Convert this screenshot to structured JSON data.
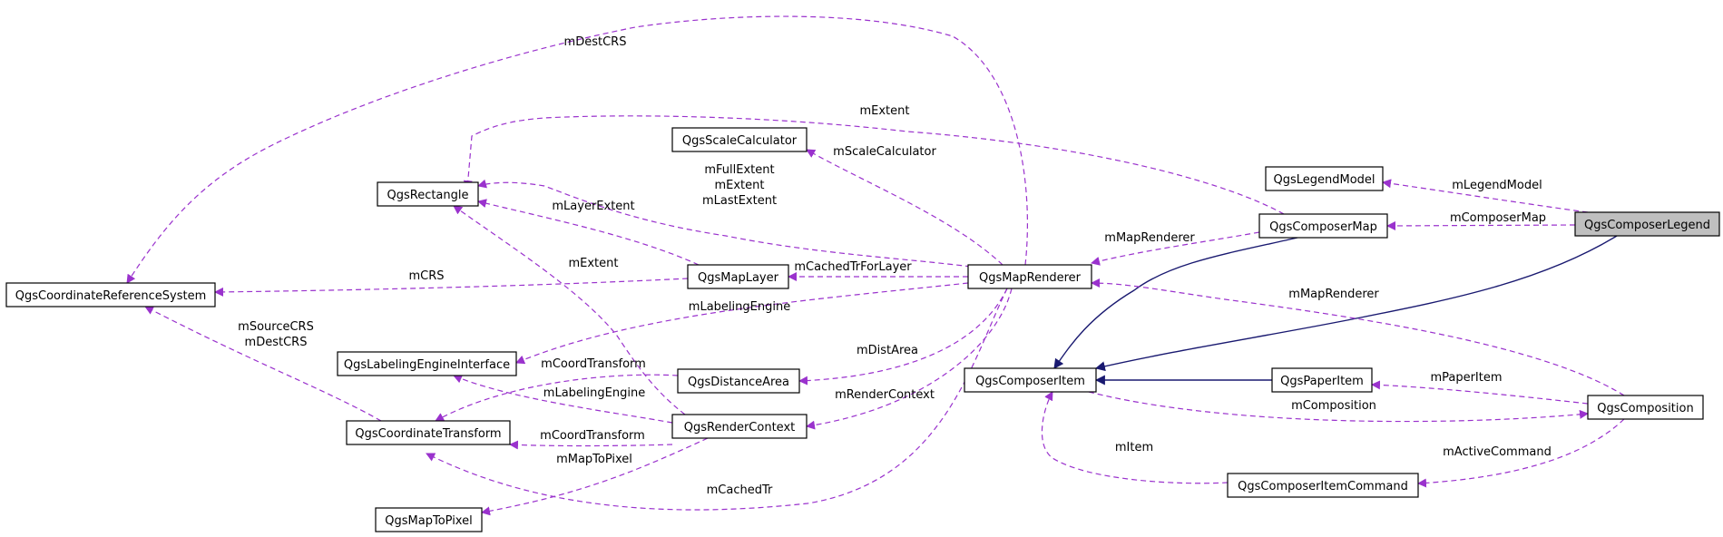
{
  "colors": {
    "background": "#ffffff",
    "node_border": "#000000",
    "node_fill": "#ffffff",
    "highlight_fill": "#bfbfbf",
    "usage_edge": "#9a32cd",
    "inheritance_edge": "#191970"
  },
  "diagram": {
    "nodes": [
      {
        "id": "legend",
        "label": "QgsComposerLegend",
        "highlighted": true
      },
      {
        "id": "legendModel",
        "label": "QgsLegendModel"
      },
      {
        "id": "composerMap",
        "label": "QgsComposerMap"
      },
      {
        "id": "composerItem",
        "label": "QgsComposerItem"
      },
      {
        "id": "paperItem",
        "label": "QgsPaperItem"
      },
      {
        "id": "composition",
        "label": "QgsComposition"
      },
      {
        "id": "itemCommand",
        "label": "QgsComposerItemCommand"
      },
      {
        "id": "mapRenderer",
        "label": "QgsMapRenderer"
      },
      {
        "id": "scaleCalc",
        "label": "QgsScaleCalculator"
      },
      {
        "id": "rectangle",
        "label": "QgsRectangle"
      },
      {
        "id": "mapLayer",
        "label": "QgsMapLayer"
      },
      {
        "id": "crs",
        "label": "QgsCoordinateReferenceSystem"
      },
      {
        "id": "labeling",
        "label": "QgsLabelingEngineInterface"
      },
      {
        "id": "distArea",
        "label": "QgsDistanceArea"
      },
      {
        "id": "renderCtx",
        "label": "QgsRenderContext"
      },
      {
        "id": "coordTrans",
        "label": "QgsCoordinateTransform"
      },
      {
        "id": "mapToPixel",
        "label": "QgsMapToPixel"
      }
    ],
    "edges": [
      {
        "id": "e-legendmodel",
        "from": "legend",
        "to": "legendModel",
        "kind": "usage",
        "label": "mLegendModel"
      },
      {
        "id": "e-composermap",
        "from": "legend",
        "to": "composerMap",
        "kind": "usage",
        "label": "mComposerMap"
      },
      {
        "id": "e-legend-inherit",
        "from": "legend",
        "to": "composerItem",
        "kind": "inheritance",
        "label": ""
      },
      {
        "id": "e-map-inherit",
        "from": "composerMap",
        "to": "composerItem",
        "kind": "inheritance",
        "label": ""
      },
      {
        "id": "e-paper-inherit",
        "from": "paperItem",
        "to": "composerItem",
        "kind": "inheritance",
        "label": ""
      },
      {
        "id": "e-map-renderer",
        "from": "composerMap",
        "to": "mapRenderer",
        "kind": "usage",
        "label": "mMapRenderer"
      },
      {
        "id": "e-map-extent",
        "from": "composerMap",
        "to": "rectangle",
        "kind": "usage",
        "label": "mExtent"
      },
      {
        "id": "e-comp-renderer",
        "from": "composition",
        "to": "mapRenderer",
        "kind": "usage",
        "label": "mMapRenderer"
      },
      {
        "id": "e-comp-paper",
        "from": "composition",
        "to": "paperItem",
        "kind": "usage",
        "label": "mPaperItem"
      },
      {
        "id": "e-item-comp",
        "from": "composerItem",
        "to": "composition",
        "kind": "usage",
        "label": "mComposition"
      },
      {
        "id": "e-comp-cmd",
        "from": "composition",
        "to": "itemCommand",
        "kind": "usage",
        "label": "mActiveCommand"
      },
      {
        "id": "e-cmd-item",
        "from": "itemCommand",
        "to": "composerItem",
        "kind": "usage",
        "label": "mItem"
      },
      {
        "id": "e-r-scale",
        "from": "mapRenderer",
        "to": "scaleCalc",
        "kind": "usage",
        "label": "mScaleCalculator"
      },
      {
        "id": "e-r-rect",
        "from": "mapRenderer",
        "to": "rectangle",
        "kind": "usage",
        "label": "mFullExtent\nmExtent\nmLastExtent"
      },
      {
        "id": "e-r-layer",
        "from": "mapRenderer",
        "to": "mapLayer",
        "kind": "usage",
        "label": "mCachedTrForLayer"
      },
      {
        "id": "e-r-crs",
        "from": "mapRenderer",
        "to": "crs",
        "kind": "usage",
        "label": "mDestCRS"
      },
      {
        "id": "e-r-label",
        "from": "mapRenderer",
        "to": "labeling",
        "kind": "usage",
        "label": "mLabelingEngine"
      },
      {
        "id": "e-r-dist",
        "from": "mapRenderer",
        "to": "distArea",
        "kind": "usage",
        "label": "mDistArea"
      },
      {
        "id": "e-r-ctx",
        "from": "mapRenderer",
        "to": "renderCtx",
        "kind": "usage",
        "label": "mRenderContext"
      },
      {
        "id": "e-r-trans",
        "from": "mapRenderer",
        "to": "coordTrans",
        "kind": "usage",
        "label": "mCachedTr"
      },
      {
        "id": "e-layer-rect",
        "from": "mapLayer",
        "to": "rectangle",
        "kind": "usage",
        "label": "mLayerExtent"
      },
      {
        "id": "e-layer-crs",
        "from": "mapLayer",
        "to": "crs",
        "kind": "usage",
        "label": "mCRS"
      },
      {
        "id": "e-ctx-rect",
        "from": "renderCtx",
        "to": "rectangle",
        "kind": "usage",
        "label": "mExtent"
      },
      {
        "id": "e-ctx-label",
        "from": "renderCtx",
        "to": "labeling",
        "kind": "usage",
        "label": "mLabelingEngine"
      },
      {
        "id": "e-ctx-trans",
        "from": "renderCtx",
        "to": "coordTrans",
        "kind": "usage",
        "label": "mCoordTransform"
      },
      {
        "id": "e-ctx-pixel",
        "from": "renderCtx",
        "to": "mapToPixel",
        "kind": "usage",
        "label": "mMapToPixel"
      },
      {
        "id": "e-dist-trans",
        "from": "distArea",
        "to": "coordTrans",
        "kind": "usage",
        "label": "mCoordTransform"
      },
      {
        "id": "e-trans-crs",
        "from": "coordTrans",
        "to": "crs",
        "kind": "usage",
        "label": "mSourceCRS\nmDestCRS"
      }
    ]
  }
}
